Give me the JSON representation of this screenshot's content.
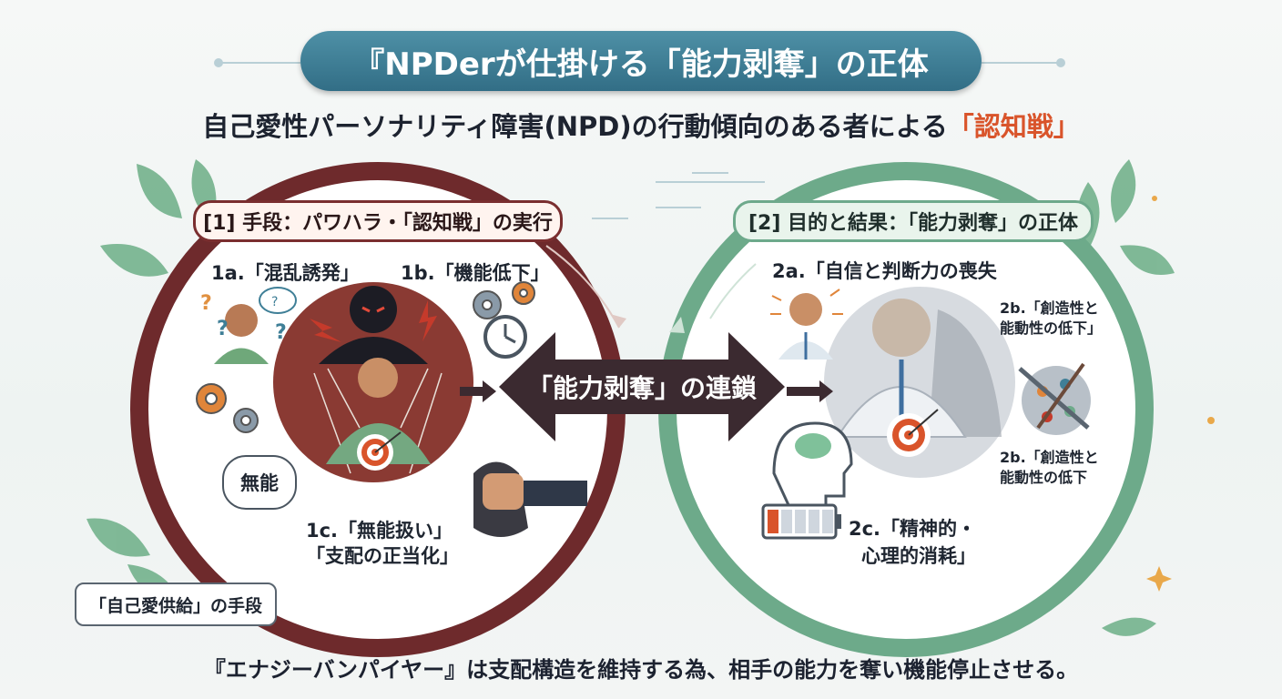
{
  "title": "『NPDerが仕掛ける「能力剥奪」の正体",
  "subtitle": {
    "main": "自己愛性パーソナリティ障害(NPD)の行動傾向のある者による",
    "accent": "「認知戦」"
  },
  "left_cycle": {
    "heading": "[1] 手段：パワハラ・「認知戦」の実行",
    "item_1a": "1a.「混乱誘発」",
    "item_1b": "1b.「機能低下」",
    "item_1c_line1": "1c.「無能扱い」",
    "item_1c_line2": "「支配の正当化」",
    "speech_bubble": "無能",
    "supply_label": "「自己愛供給」の手段"
  },
  "center_label": "「能力剥奪」の連鎖",
  "right_cycle": {
    "heading": "[2] 目的と結果：「能力剥奪」の正体",
    "item_2a": "2a.「自信と判断力の喪失",
    "item_2b_top_line1": "2b.「創造性と",
    "item_2b_top_line2": "能動性の低下」",
    "item_2b_bottom_line1": "2b.「創造性と",
    "item_2b_bottom_line2": "能動性の低下",
    "item_2c_line1": "2c.「精神的・",
    "item_2c_line2": "心理的消耗」"
  },
  "footer": "『エナジーバンパイヤー』は支配構造を維持する為、相手の能力を奪い機能停止させる。",
  "colors": {
    "title_bg": "#3f7f97",
    "left_ring": "#6e2a2c",
    "right_ring": "#6daa8a",
    "accent": "#d9542b",
    "center_arrow": "#3b2a30"
  },
  "icons": [
    "question-icon",
    "thought-bubble-icon",
    "gear-icon",
    "clock-icon",
    "lightning-icon",
    "target-icon",
    "puppet-strings-icon",
    "fist-icon",
    "brain-head-icon",
    "battery-low-icon",
    "broken-tools-icon",
    "leaf-icon",
    "sparkle-icon"
  ]
}
